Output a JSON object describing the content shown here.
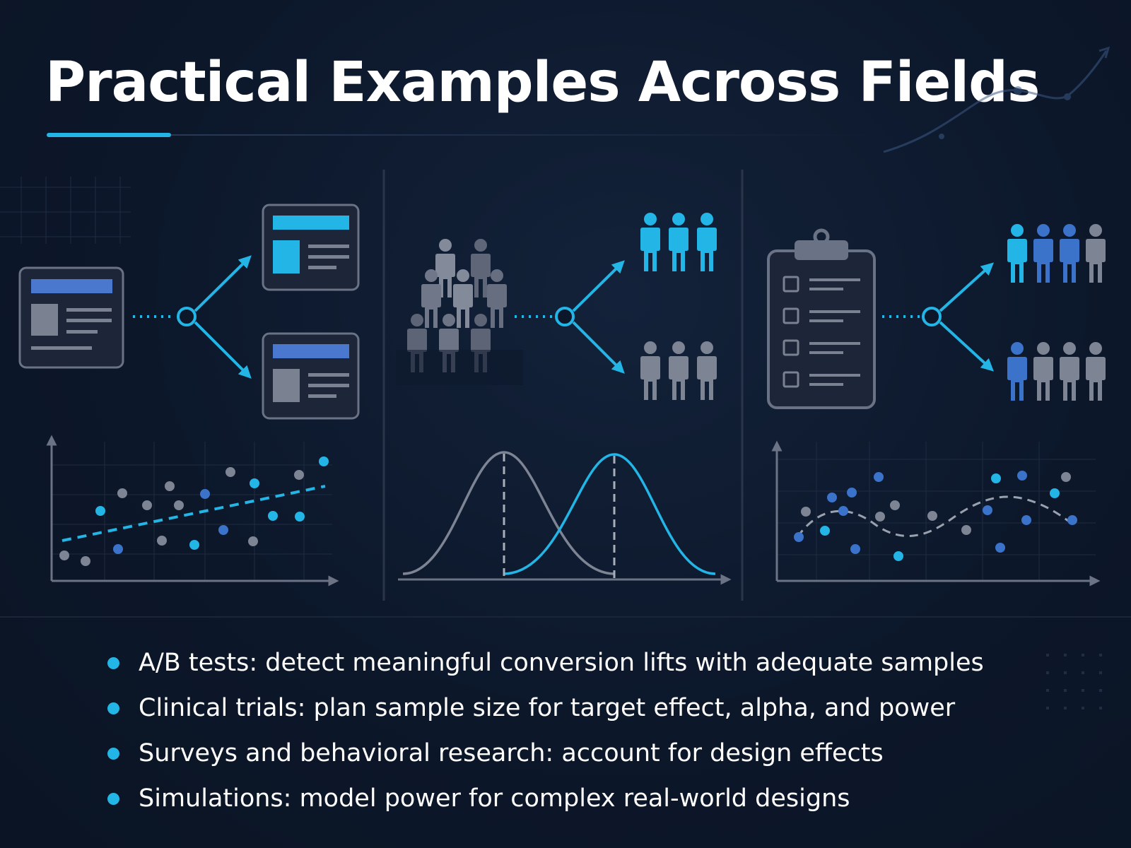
{
  "title": "Practical Examples Across Fields",
  "colors": {
    "background": "#0b1628",
    "accent": "#22b5e6",
    "accent_dark": "#3a73c9",
    "neutral": "#7d8494",
    "panel_stroke": "#5f6778",
    "panel_fill": "#1d2638"
  },
  "bullets": [
    "A/B tests: detect meaningful conversion lifts with adequate samples",
    "Clinical trials: plan sample size for target effect, alpha, and power",
    "Surveys and behavioral research: account for design effects",
    "Simulations: model power for complex real-world designs"
  ],
  "icons": [
    "webpage-variant-icon",
    "crowd-icon",
    "person-icon",
    "clipboard-checklist-icon",
    "split-node-icon",
    "arrow-icon"
  ]
}
